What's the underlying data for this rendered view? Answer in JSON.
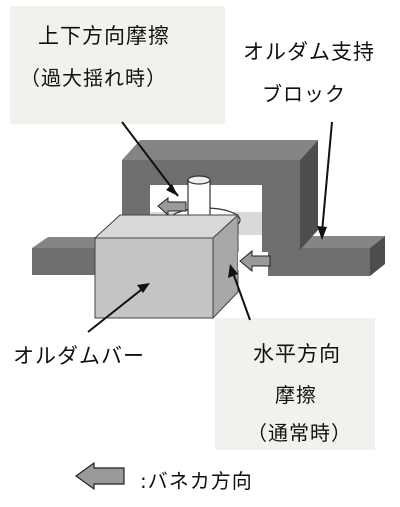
{
  "labels": {
    "vertical_friction_line1": "上下方向摩擦",
    "vertical_friction_line2": "（過大揺れ時）",
    "support_block_line1": "オルダム支持",
    "support_block_line2": "ブロック",
    "oldham_bar": "オルダムバー",
    "horizontal_friction_line1": "水平方向",
    "horizontal_friction_line2": "摩擦",
    "horizontal_friction_line3": "（通常時）"
  },
  "legend": {
    "text": ":バネカ方向"
  },
  "colors": {
    "dark_block": "#6e6e6e",
    "dark_block_shadow": "#4d4d4d",
    "light_face": "#c4c4c4",
    "light_top": "#d9d9d9",
    "arrow_fill": "#9a9a9a",
    "label_background": "#f1f1ee"
  }
}
